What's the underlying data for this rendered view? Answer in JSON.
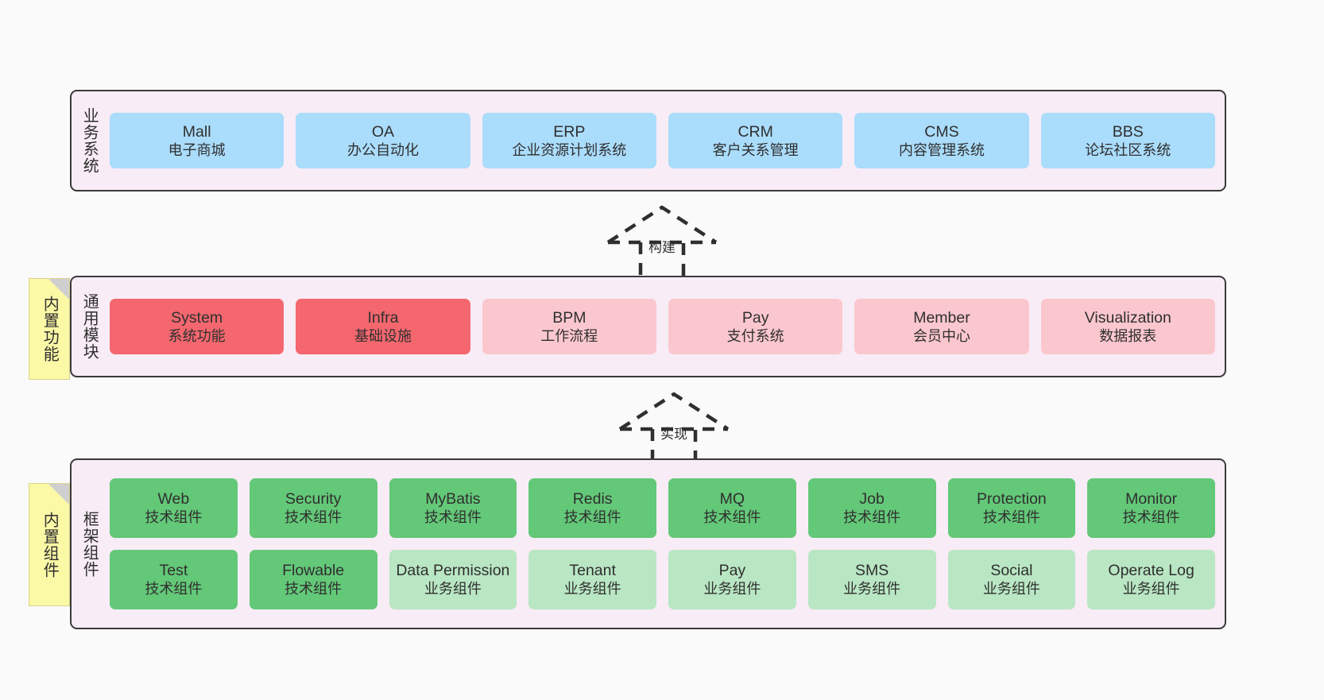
{
  "colors": {
    "panel_bg": "#f8ecf6",
    "panel_border": "#3a3a3a",
    "business_cell": "#aadcfb",
    "common_cell_strong": "#f4676f",
    "common_cell_soft": "#fbc7ce",
    "frame_tech_cell": "#63c878",
    "frame_biz_cell": "#b9e6c3",
    "note_bg": "#fbf8a6",
    "canvas_bg": "#fafafa"
  },
  "layers": [
    {
      "id": "business",
      "title": "业务系统",
      "note": null,
      "rows": [
        {
          "cells": [
            {
              "en": "Mall",
              "cn": "电子商城",
              "style": "c-blue"
            },
            {
              "en": "OA",
              "cn": "办公自动化",
              "style": "c-blue"
            },
            {
              "en": "ERP",
              "cn": "企业资源计划系统",
              "style": "c-blue"
            },
            {
              "en": "CRM",
              "cn": "客户关系管理",
              "style": "c-blue"
            },
            {
              "en": "CMS",
              "cn": "内容管理系统",
              "style": "c-blue"
            },
            {
              "en": "BBS",
              "cn": "论坛社区系统",
              "style": "c-blue"
            }
          ]
        }
      ]
    },
    {
      "id": "common",
      "title": "通用模块",
      "note": "内置功能",
      "rows": [
        {
          "cells": [
            {
              "en": "System",
              "cn": "系统功能",
              "style": "c-red"
            },
            {
              "en": "Infra",
              "cn": "基础设施",
              "style": "c-red"
            },
            {
              "en": "BPM",
              "cn": "工作流程",
              "style": "c-pink"
            },
            {
              "en": "Pay",
              "cn": "支付系统",
              "style": "c-pink"
            },
            {
              "en": "Member",
              "cn": "会员中心",
              "style": "c-pink"
            },
            {
              "en": "Visualization",
              "cn": "数据报表",
              "style": "c-pink"
            }
          ]
        }
      ]
    },
    {
      "id": "frame",
      "title": "框架组件",
      "note": "内置组件",
      "rows": [
        {
          "cells": [
            {
              "en": "Web",
              "cn": "技术组件",
              "style": "c-green"
            },
            {
              "en": "Security",
              "cn": "技术组件",
              "style": "c-green"
            },
            {
              "en": "MyBatis",
              "cn": "技术组件",
              "style": "c-green"
            },
            {
              "en": "Redis",
              "cn": "技术组件",
              "style": "c-green"
            },
            {
              "en": "MQ",
              "cn": "技术组件",
              "style": "c-green"
            },
            {
              "en": "Job",
              "cn": "技术组件",
              "style": "c-green"
            },
            {
              "en": "Protection",
              "cn": "技术组件",
              "style": "c-green"
            },
            {
              "en": "Monitor",
              "cn": "技术组件",
              "style": "c-green"
            }
          ]
        },
        {
          "cells": [
            {
              "en": "Test",
              "cn": "技术组件",
              "style": "c-green"
            },
            {
              "en": "Flowable",
              "cn": "技术组件",
              "style": "c-green"
            },
            {
              "en": "Data Permission",
              "cn": "业务组件",
              "style": "c-green-light"
            },
            {
              "en": "Tenant",
              "cn": "业务组件",
              "style": "c-green-light"
            },
            {
              "en": "Pay",
              "cn": "业务组件",
              "style": "c-green-light"
            },
            {
              "en": "SMS",
              "cn": "业务组件",
              "style": "c-green-light"
            },
            {
              "en": "Social",
              "cn": "业务组件",
              "style": "c-green-light"
            },
            {
              "en": "Operate Log",
              "cn": "业务组件",
              "style": "c-green-light"
            }
          ]
        }
      ]
    }
  ],
  "arrows": [
    {
      "id": "build",
      "label": "构建"
    },
    {
      "id": "realize",
      "label": "实现"
    }
  ]
}
